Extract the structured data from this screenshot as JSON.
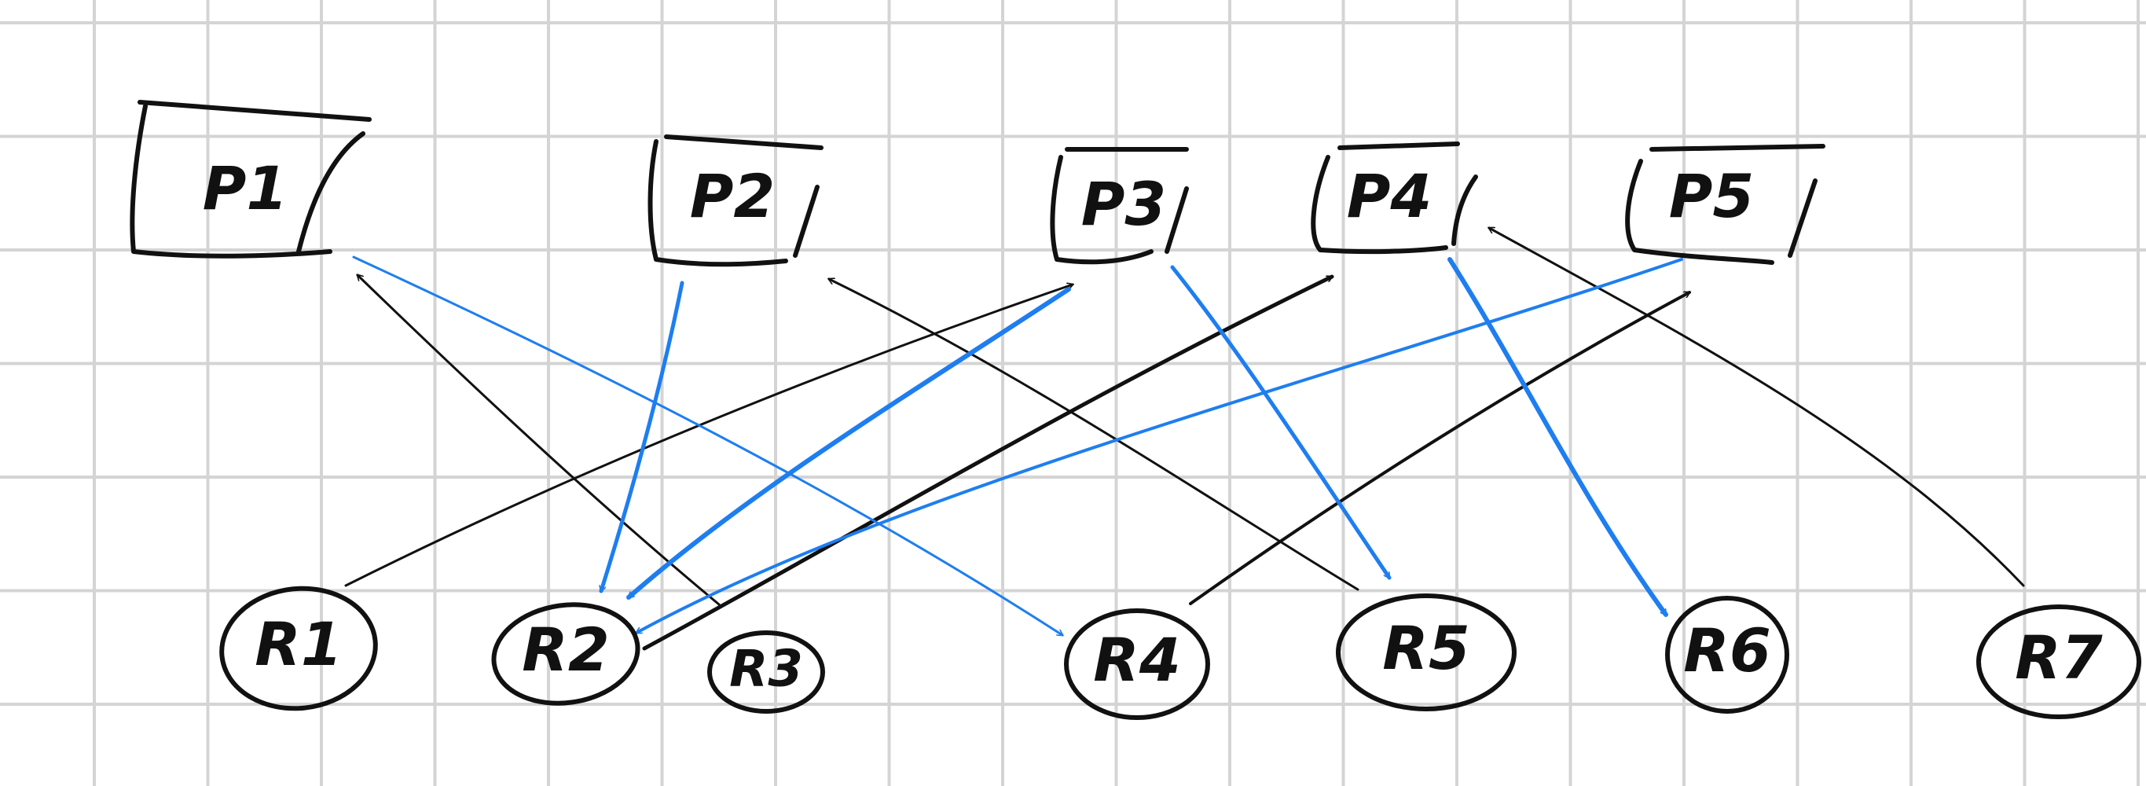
{
  "processes": [
    {
      "id": "p1",
      "label": "P1"
    },
    {
      "id": "p2",
      "label": "P2"
    },
    {
      "id": "p3",
      "label": "P3"
    },
    {
      "id": "p4",
      "label": "P4"
    },
    {
      "id": "p5",
      "label": "P5"
    }
  ],
  "resources": [
    {
      "id": "r1",
      "label": "R1"
    },
    {
      "id": "r2",
      "label": "R2"
    },
    {
      "id": "r3",
      "label": "R3"
    },
    {
      "id": "r4",
      "label": "R4"
    },
    {
      "id": "r5",
      "label": "R5"
    },
    {
      "id": "r6",
      "label": "R6"
    },
    {
      "id": "r7",
      "label": "R7"
    }
  ],
  "edges": [
    {
      "from": "r3",
      "to": "p1",
      "color": "#111111"
    },
    {
      "from": "r5",
      "to": "p2",
      "color": "#111111"
    },
    {
      "from": "r1",
      "to": "p3",
      "color": "#111111"
    },
    {
      "from": "r2",
      "to": "p4",
      "color": "#111111"
    },
    {
      "from": "r4",
      "to": "p5",
      "color": "#111111"
    },
    {
      "from": "r7",
      "to": "p4",
      "color": "#111111"
    },
    {
      "from": "p1",
      "to": "r4",
      "color": "#1e7ef0"
    },
    {
      "from": "p2",
      "to": "r2",
      "color": "#1e7ef0"
    },
    {
      "from": "p3",
      "to": "r2",
      "color": "#1e7ef0"
    },
    {
      "from": "p3",
      "to": "r5",
      "color": "#1e7ef0"
    },
    {
      "from": "p4",
      "to": "r6",
      "color": "#1e7ef0"
    },
    {
      "from": "p5",
      "to": "r2",
      "color": "#1e7ef0"
    }
  ]
}
